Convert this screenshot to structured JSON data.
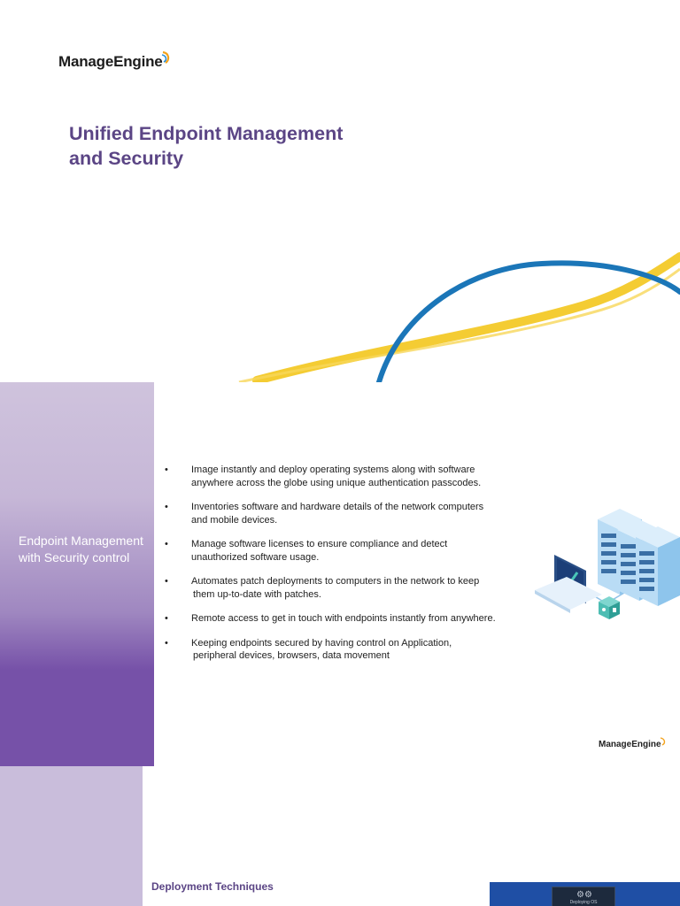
{
  "slide1": {
    "logo": "ManageEngine",
    "title_line1": "Unified Endpoint Management",
    "title_line2": "and Security",
    "colors": {
      "title": "#5b4585",
      "blue_curve": "#1b76b8",
      "yellow_curve": "#f3c928"
    }
  },
  "slide2": {
    "side_label": "Endpoint Management with Security control",
    "bullets": [
      {
        "line1": "Image instantly and deploy operating systems along with software",
        "line2": "anywhere across the globe using unique authentication passcodes."
      },
      {
        "line1": "Inventories software and hardware details of the network computers",
        "line2": "and mobile devices."
      },
      {
        "line1": "Manage software licenses to ensure compliance and detect",
        "line2": "unauthorized software usage."
      },
      {
        "line1": "Automates patch deployments to computers in the network to keep",
        "line2": "them up-to-date with patches."
      },
      {
        "line1": "Remote access to get in touch with endpoints instantly from anywhere.",
        "line2": ""
      },
      {
        "line1": "Keeping endpoints secured by having control on Application,",
        "line2": "peripheral devices, browsers, data movement"
      }
    ],
    "bullet_char": "•",
    "footer_logo": "ManageEngine",
    "illustration_icon": "server-laptop-security-icon",
    "colors": {
      "panel_top": "#cfc3dd",
      "panel_bottom": "#7651a8"
    }
  },
  "slide3": {
    "heading": "Deployment Techniques",
    "card_label": "Deploying OS",
    "gear_icon": "gear-icon"
  }
}
